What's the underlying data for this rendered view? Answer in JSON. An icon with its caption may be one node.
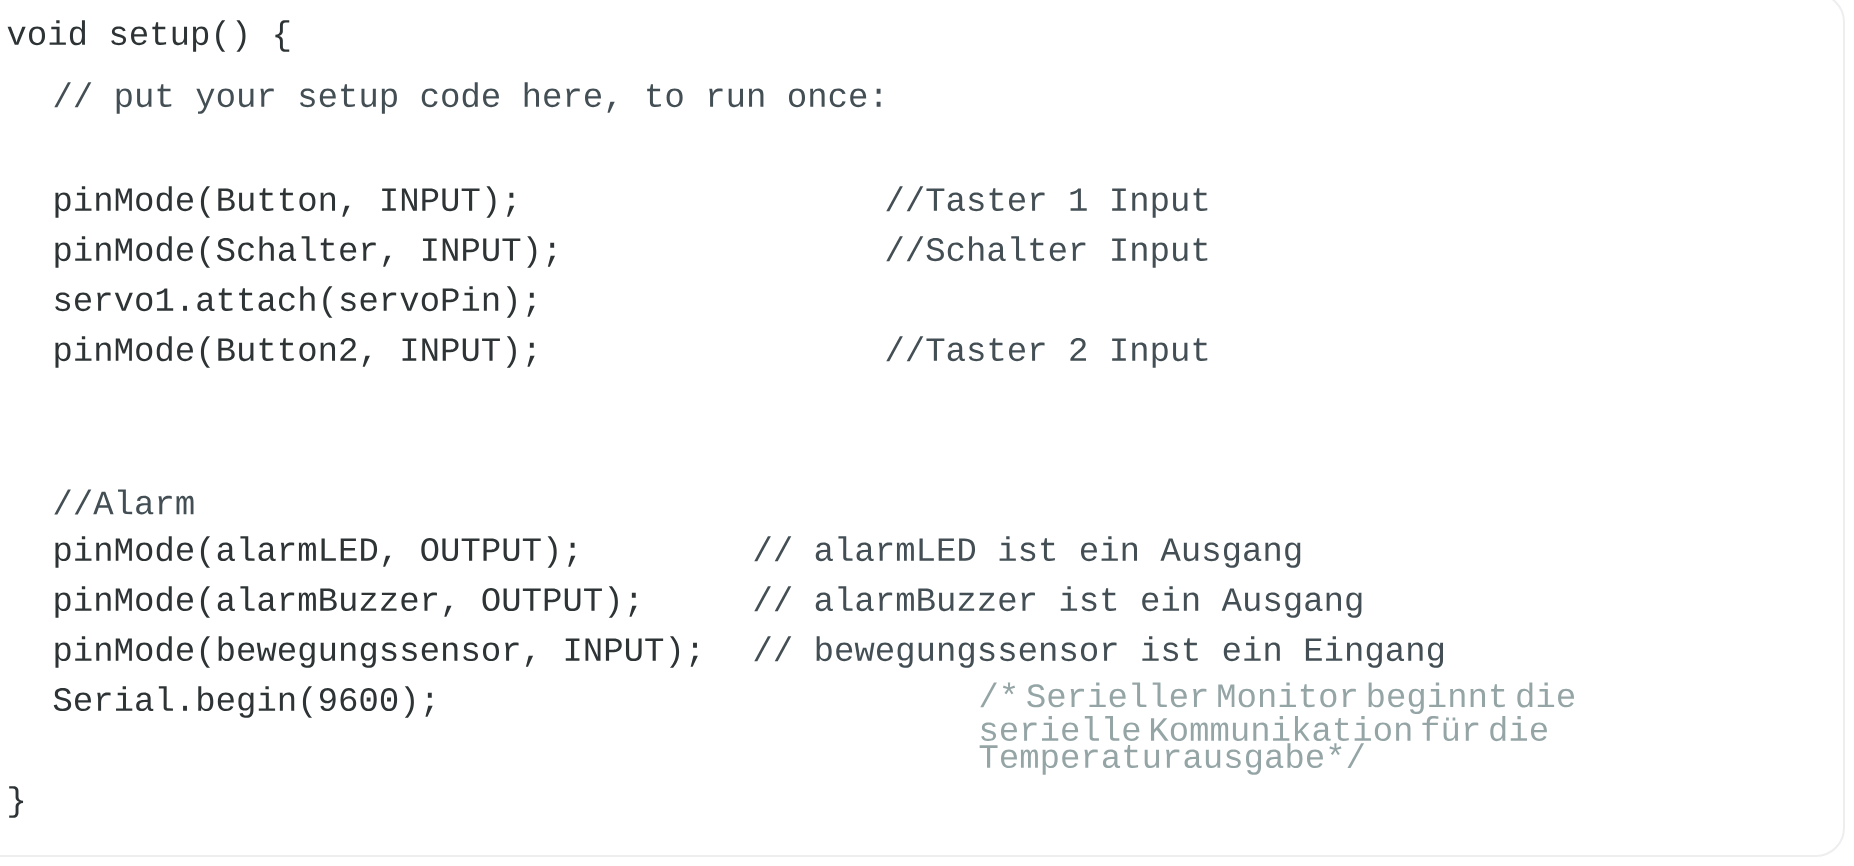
{
  "diagram": {
    "labels": [
      "void setup() {",
      "// put your setup code here, to run once:",
      "pinMode(Button, INPUT);",
      "//Taster 1 Input",
      "pinMode(Schalter, INPUT);",
      "//Schalter Input",
      "servo1.attach(servoPin);",
      "pinMode(Button2, INPUT);",
      "//Taster 2 Input",
      "//Alarm",
      "pinMode(alarmLED, OUTPUT);",
      "// alarmLED ist ein Ausgang",
      "pinMode(alarmBuzzer, OUTPUT);",
      "// alarmBuzzer ist ein Ausgang",
      "pinMode(bewegungssensor, INPUT);",
      "// bewegungssensor ist ein Eingang",
      "Serial.begin(9600);",
      "/* Serieller Monitor beginnt die serielle Kommunikation für die Temperaturausgabe*/",
      "}"
    ]
  }
}
